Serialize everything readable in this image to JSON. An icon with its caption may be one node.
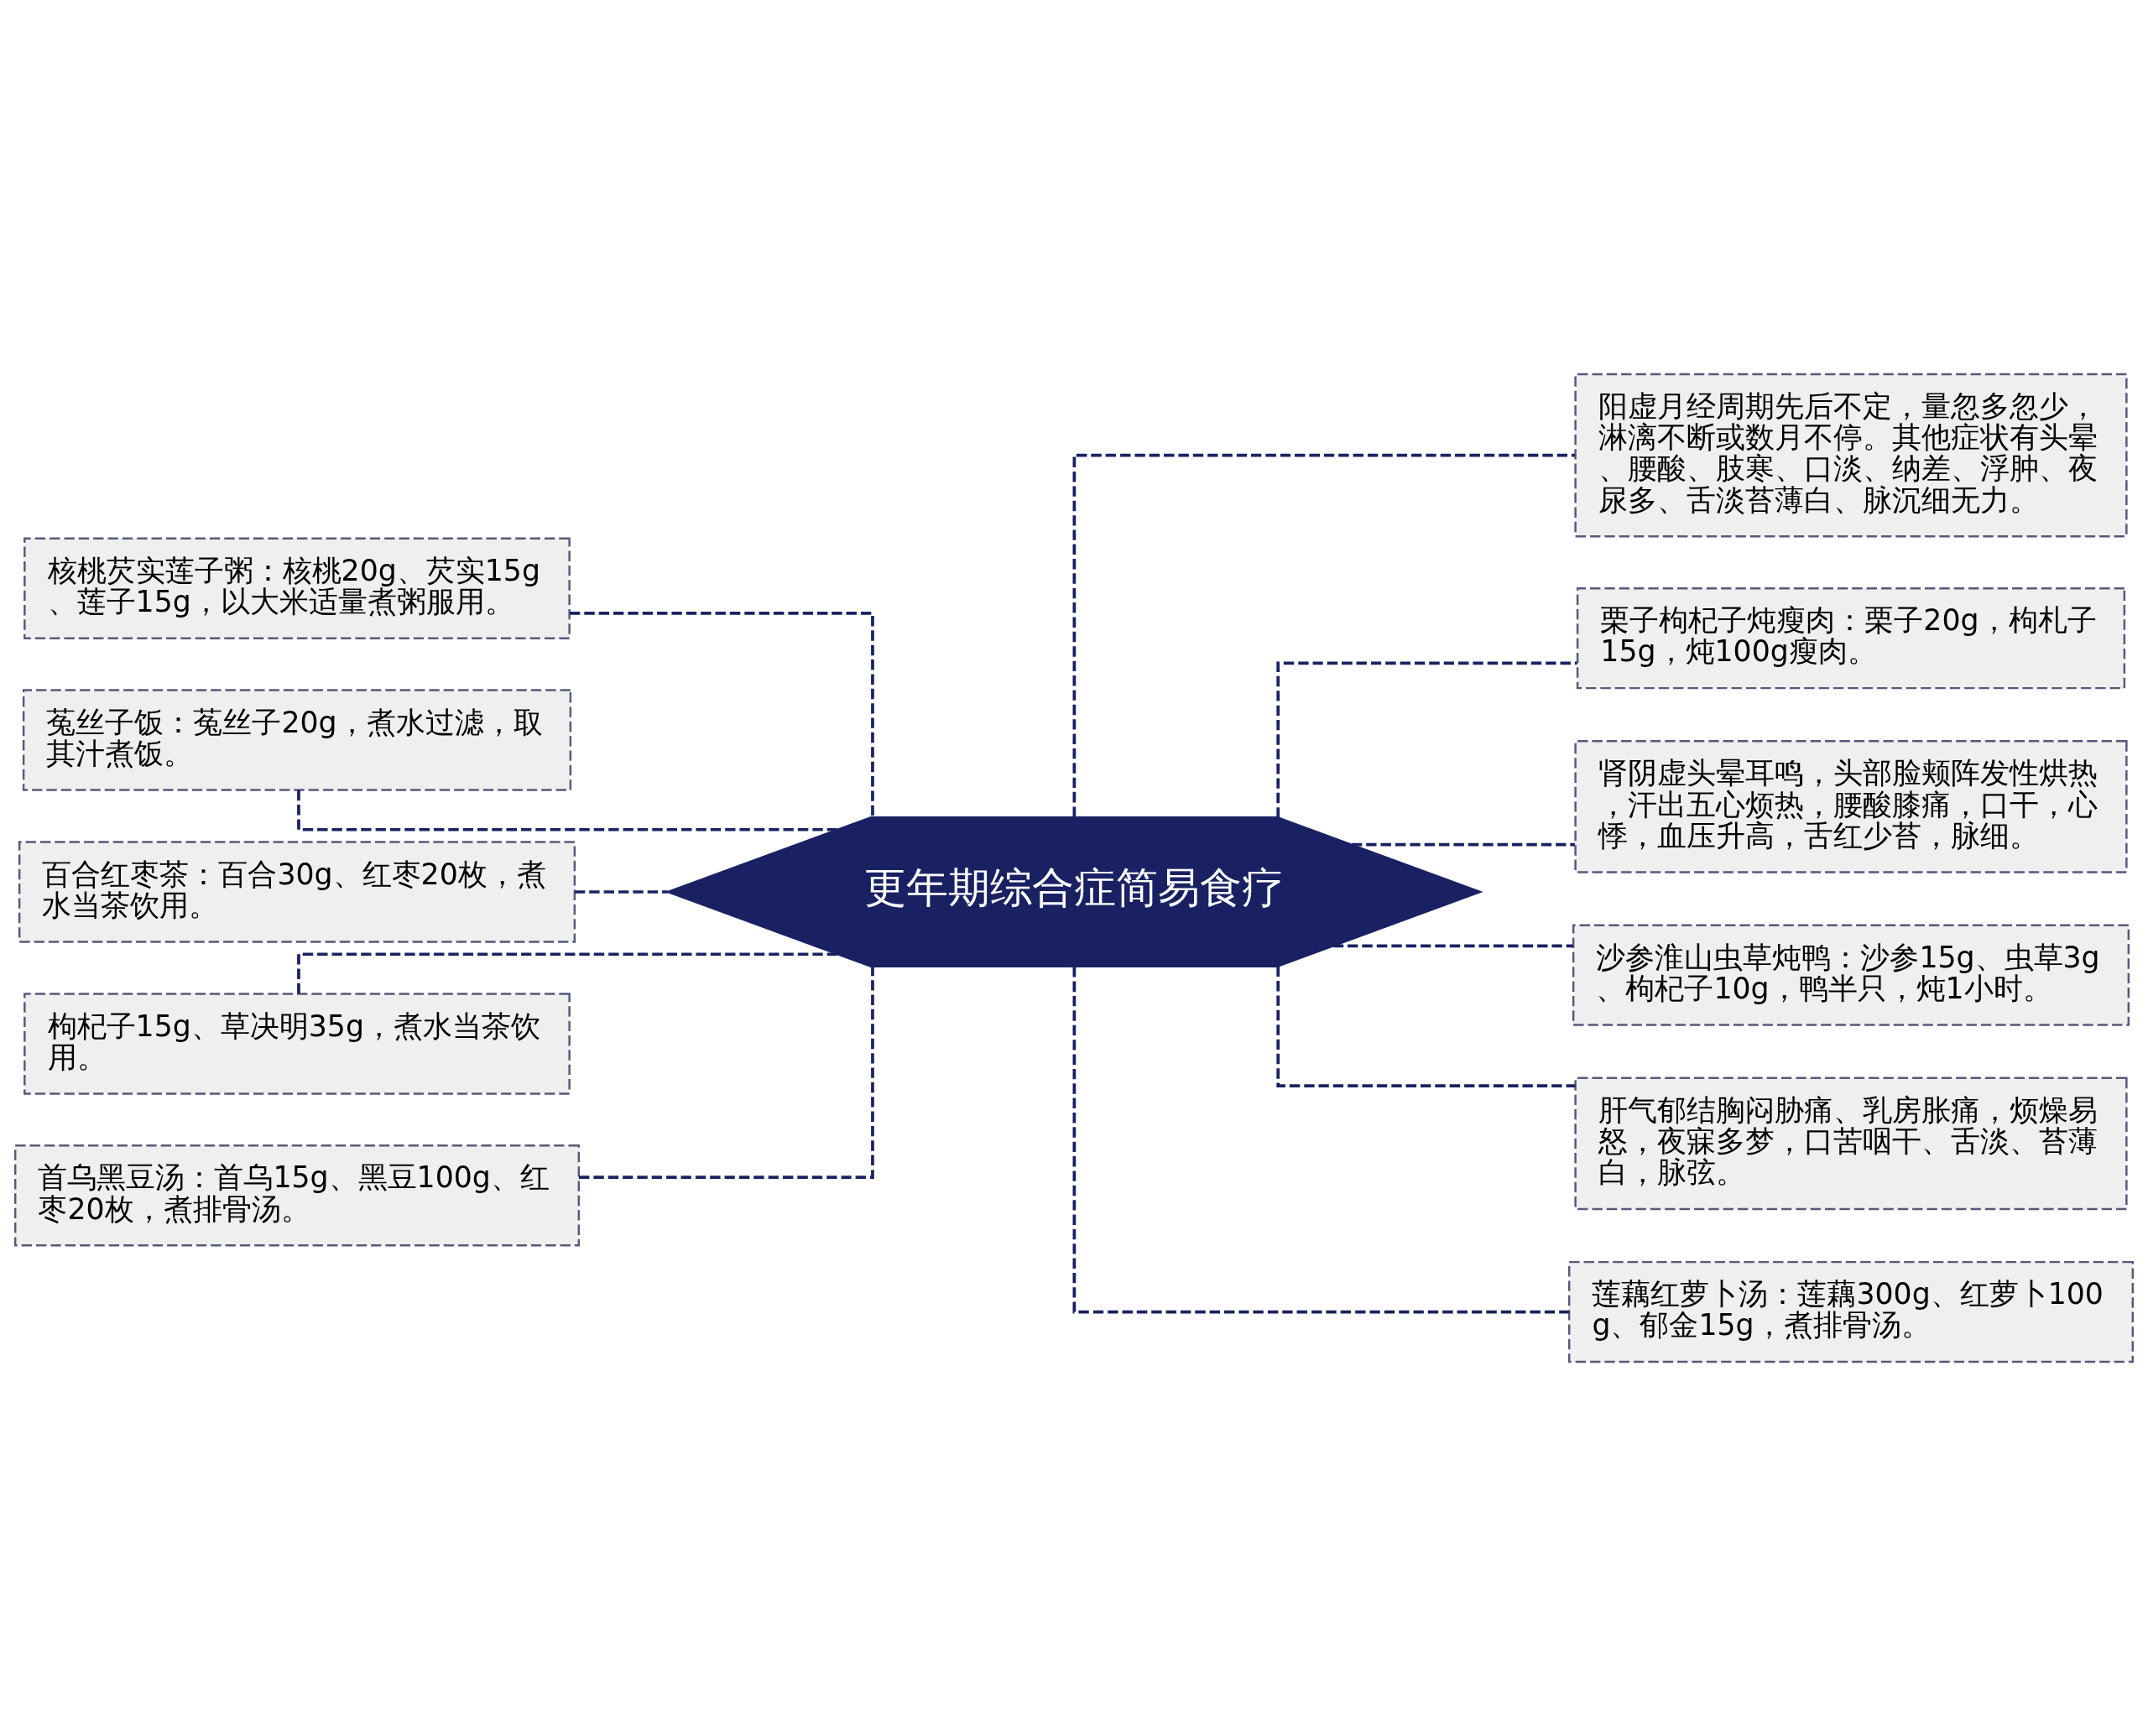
{
  "diagram": {
    "nodes": [
      {
        "text": [
          "更年期综合症简易食疗"
        ]
      },
      {
        "text": [
          "核桃芡实莲子粥：核桃20g、芡实15g、莲子15g，以大米适量煮粥服用。"
        ]
      },
      {
        "text": [
          "菟丝子饭：菟丝子20g，煮水过滤，取其汁煮饭。"
        ]
      },
      {
        "text": [
          "百合红枣茶：百合30g、红枣20枚，煮水当茶饮用。"
        ]
      },
      {
        "text": [
          "枸杞子15g、草决明35g，煮水当茶饮用。"
        ]
      },
      {
        "text": [
          "首乌黑豆汤：首乌15g、黑豆100g、红枣20枚，煮排骨汤。"
        ]
      },
      {
        "text": [
          "阳虚月经周期先后不定，量忽多忽少，淋漓不断或数月不停。其他症状有头晕、腰酸、肢寒、口淡、纳差、浮肿、夜尿多、舌淡苔薄白、脉沉细无力。"
        ]
      },
      {
        "text": [
          "栗子枸杞子炖瘦肉：栗子20g，枸札子15g，炖100g瘦肉。"
        ]
      },
      {
        "text": [
          "肾阴虚头晕耳鸣，头部脸颊阵发性烘热，汗出五心烦热，腰酸膝痛，口干，心悸，血压升高，舌红少苔，脉细。"
        ]
      },
      {
        "text": [
          "沙参淮山虫草炖鸭：沙参15g、虫草3g、枸杞子10g，鸭半只，炖1小时。"
        ]
      },
      {
        "text": [
          "肝气郁结胸闷胁痛、乳房胀痛，烦燥易怒，夜寐多梦，口苦咽干、舌淡、苔薄白，脉弦。"
        ]
      },
      {
        "text": [
          "莲藕红萝卜汤：莲藕300g、红萝卜100g、郁金15g，煮排骨汤。"
        ]
      }
    ],
    "edges": [
      {
        "from": 0,
        "to": 1,
        "arrow": "none",
        "style": "dashed"
      },
      {
        "from": 0,
        "to": 2,
        "arrow": "none",
        "style": "dashed"
      },
      {
        "from": 0,
        "to": 3,
        "arrow": "none",
        "style": "dashed"
      },
      {
        "from": 0,
        "to": 4,
        "arrow": "none",
        "style": "dashed"
      },
      {
        "from": 0,
        "to": 5,
        "arrow": "none",
        "style": "dashed"
      },
      {
        "from": 0,
        "to": 6,
        "arrow": "none",
        "style": "dashed"
      },
      {
        "from": 0,
        "to": 7,
        "arrow": "none",
        "style": "dashed"
      },
      {
        "from": 0,
        "to": 8,
        "arrow": "none",
        "style": "dashed"
      },
      {
        "from": 0,
        "to": 9,
        "arrow": "none",
        "style": "dashed"
      },
      {
        "from": 0,
        "to": 10,
        "arrow": "none",
        "style": "dashed"
      },
      {
        "from": 0,
        "to": 11,
        "arrow": "none",
        "style": "dashed"
      }
    ]
  }
}
